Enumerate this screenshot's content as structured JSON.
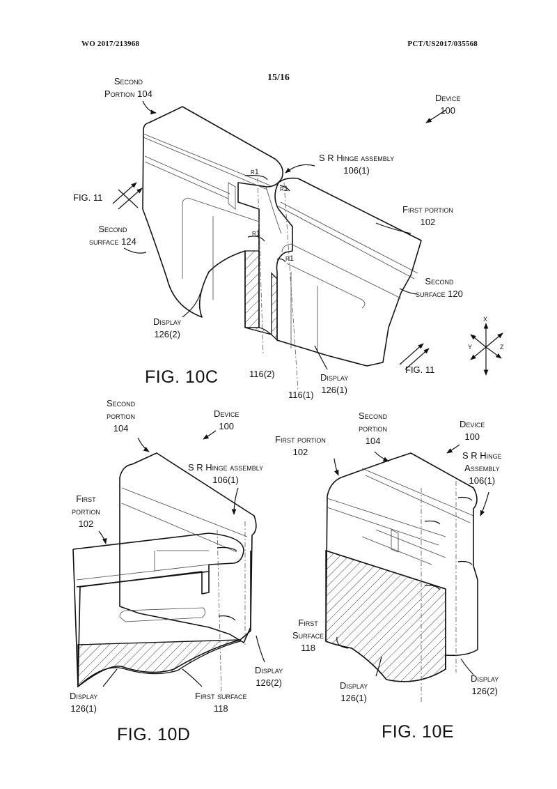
{
  "header": {
    "publication_number": "WO 2017/213968",
    "application_number": "PCT/US2017/035568",
    "sheet": "15/16"
  },
  "figures": {
    "fig_10c": {
      "title": "FIG. 10C",
      "labels": {
        "second_portion": [
          "Second",
          "Portion 104"
        ],
        "device": [
          "Device",
          "100"
        ],
        "hinge_assembly": [
          "S R Hinge assembly",
          "106(1)"
        ],
        "section_line_left": "FIG. 11",
        "first_portion": [
          "First portion",
          "102"
        ],
        "second_surface_124": [
          "Second",
          "surface 124"
        ],
        "second_surface_120": [
          "Second",
          "surface 120"
        ],
        "display_2": [
          "Display",
          "126(2)"
        ],
        "display_1": [
          "Display",
          "126(1)"
        ],
        "ref_116_2": "116(2)",
        "ref_116_1": "116(1)",
        "section_line_right": "FIG. 11",
        "radius_label": "r1",
        "axes": {
          "x": "x",
          "y": "y",
          "z": "z"
        }
      }
    },
    "fig_10d": {
      "title": "FIG. 10D",
      "labels": {
        "second_portion": [
          "Second",
          "portion",
          "104"
        ],
        "device": [
          "Device",
          "100"
        ],
        "hinge_assembly": [
          "S R Hinge assembly",
          "106(1)"
        ],
        "first_portion": [
          "First",
          "portion",
          "102"
        ],
        "display_2": [
          "Display",
          "126(2)"
        ],
        "display_1": [
          "Display",
          "126(1)"
        ],
        "first_surface": [
          "First surface",
          "118"
        ]
      }
    },
    "fig_10e": {
      "title": "FIG. 10E",
      "labels": {
        "first_portion": [
          "First portion",
          "102"
        ],
        "second_portion": [
          "Second",
          "portion",
          "104"
        ],
        "device": [
          "Device",
          "100"
        ],
        "hinge_assembly": [
          "S R Hinge",
          "Assembly",
          "106(1)"
        ],
        "first_surface": [
          "First",
          "Surface",
          "118"
        ],
        "display_1": [
          "Display",
          "126(1)"
        ],
        "display_2": [
          "Display",
          "126(2)"
        ]
      }
    }
  }
}
